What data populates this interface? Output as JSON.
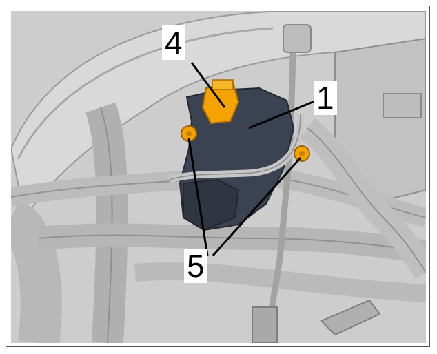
{
  "callouts": [
    {
      "id": "1",
      "label": "1"
    },
    {
      "id": "4",
      "label": "4"
    },
    {
      "id": "5",
      "label": "5"
    }
  ],
  "colors": {
    "background": "#c8c8c8",
    "hose": "#b4b4b4",
    "component_dark": "#3b4252",
    "highlight_yellow": "#f5a300",
    "frame": "#555555"
  }
}
